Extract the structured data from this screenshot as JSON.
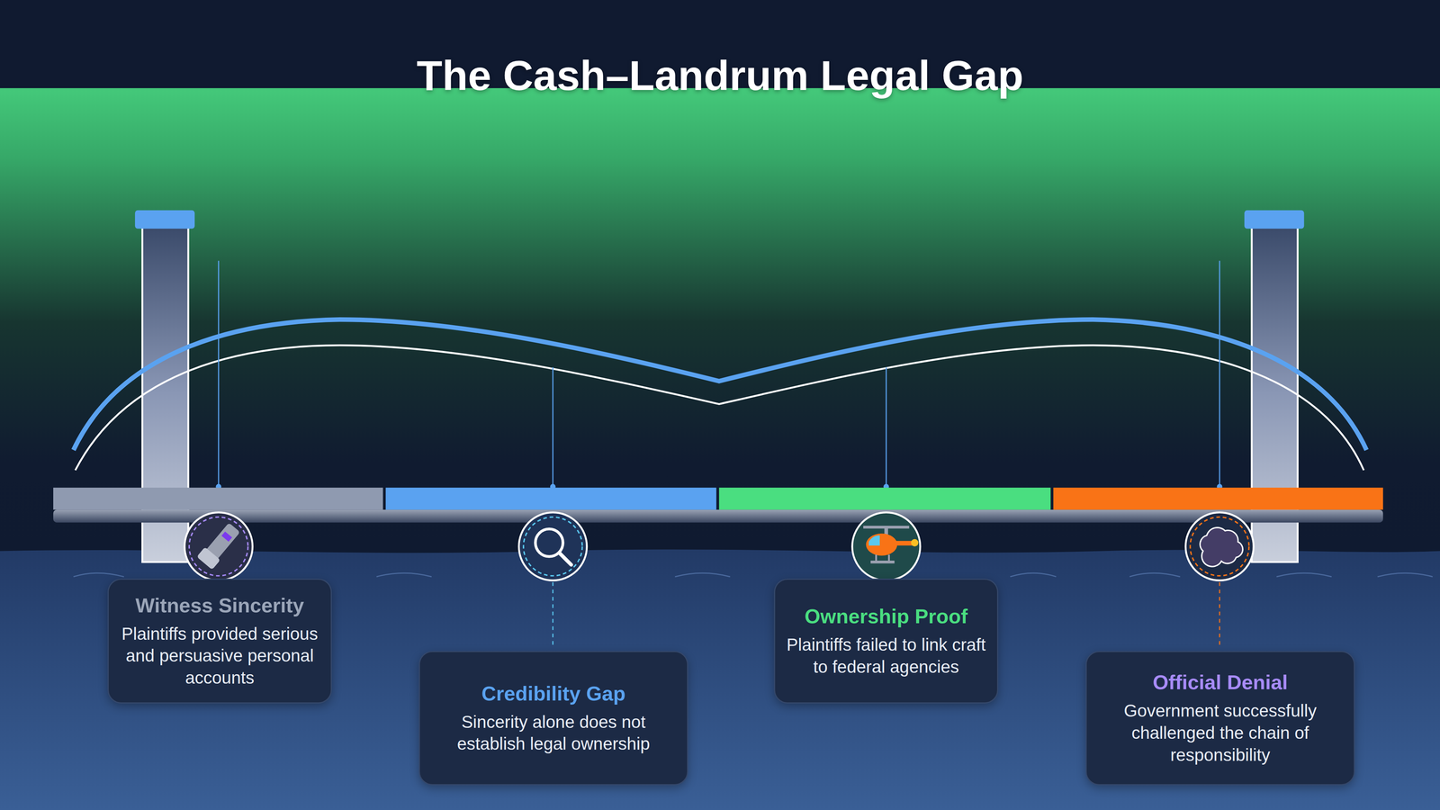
{
  "diagram": {
    "title": "The Cash–Landrum Legal Gap",
    "nodes": [
      {
        "text": [
          "Witness Sincerity",
          "Plaintiffs provided serious and persuasive personal accounts"
        ]
      },
      {
        "text": [
          "Credibility Gap",
          "Sincerity alone does not establish legal ownership"
        ]
      },
      {
        "text": [
          "Ownership Proof",
          "Plaintiffs failed to link craft to federal agencies"
        ]
      },
      {
        "text": [
          "Official Denial",
          "Government successfully challenged the chain of responsibility"
        ]
      }
    ]
  }
}
